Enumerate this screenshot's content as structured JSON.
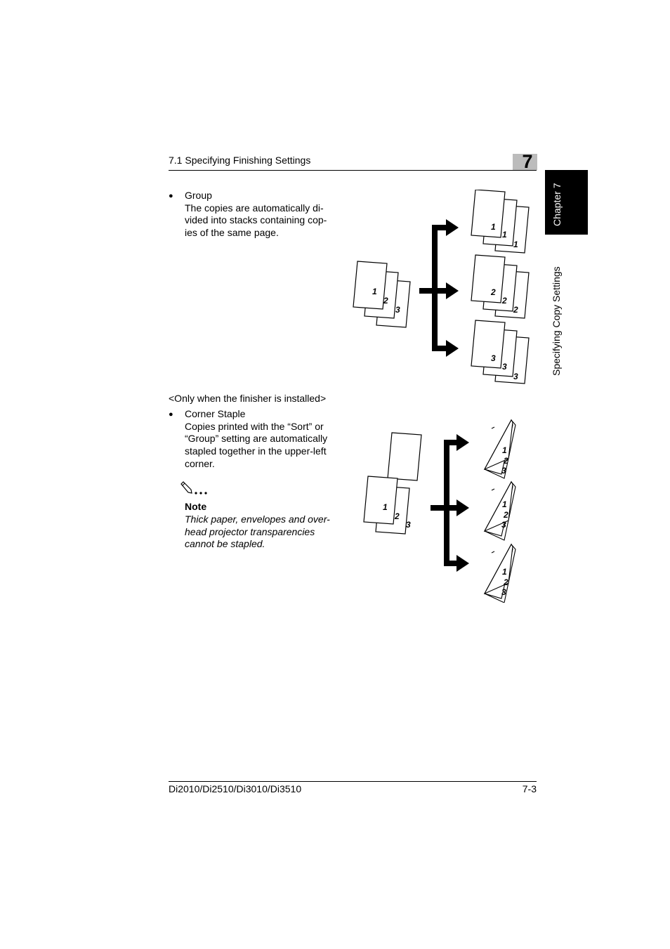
{
  "header": {
    "section_title": "7.1 Specifying Finishing Settings",
    "chapter_number": "7"
  },
  "side_tab": {
    "chapter_label": "Chapter 7",
    "section_label": "Specifying Copy Settings"
  },
  "group_item": {
    "title": "Group",
    "lines": [
      "The copies are automatically di-",
      "vided into stacks containing cop-",
      "ies of the same page."
    ]
  },
  "finisher_condition": "<Only when the finisher is installed>",
  "corner_staple_item": {
    "title": "Corner Staple",
    "lines": [
      "Copies printed with the “Sort” or",
      "“Group” setting are automatically",
      "stapled together in the upper-left",
      "corner."
    ]
  },
  "note": {
    "icon": "pencil-note-icon",
    "title": "Note",
    "lines": [
      "Thick paper, envelopes and over-",
      "head projector transparencies",
      "cannot be stapled."
    ]
  },
  "diagram_group": {
    "input_pages": [
      "1",
      "2",
      "3"
    ],
    "output_stacks": [
      [
        "1",
        "1",
        "1"
      ],
      [
        "2",
        "2",
        "2"
      ],
      [
        "3",
        "3",
        "3"
      ]
    ]
  },
  "diagram_staple": {
    "input_pages": [
      "1",
      "2",
      "3"
    ],
    "output_sets": [
      [
        "1",
        "2",
        "3"
      ],
      [
        "1",
        "2",
        "3"
      ],
      [
        "1",
        "2",
        "3"
      ]
    ]
  },
  "footer": {
    "model": "Di2010/Di2510/Di3010/Di3510",
    "page": "7-3"
  }
}
